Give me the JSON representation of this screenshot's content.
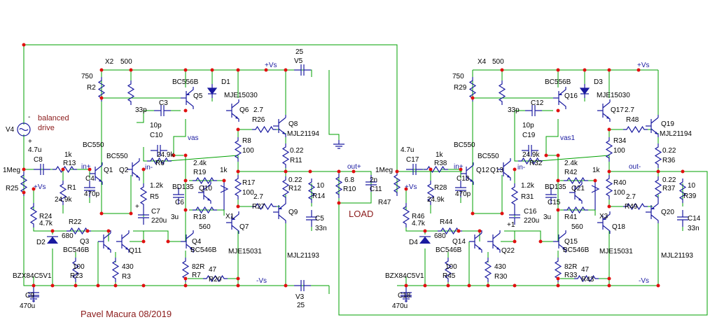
{
  "signature": "Pavel Macura 08/2019",
  "load_label": "LOAD",
  "source": {
    "name": "V4",
    "text1": "balanced",
    "text2": "drive",
    "plus": "+",
    "minus": "-"
  },
  "supplies": {
    "v5": {
      "name": "V5",
      "value": "25"
    },
    "v3": {
      "name": "V3",
      "value": "25"
    },
    "vs_pos": "+Vs",
    "vs_neg": "-Vs"
  },
  "load_network": {
    "r10": "R10",
    "r10v": "6.8",
    "c11": "C11",
    "c11v": "2n",
    "out_pos": "out+",
    "out_neg": "out-"
  },
  "left": {
    "r2": "R2",
    "r2v": "750",
    "x2": "X2",
    "x2v": "500",
    "q5": "Q5",
    "q5t": "BC556B",
    "d1": "D1",
    "q6t": "MJE15030",
    "q6": "Q6",
    "c3": "C3",
    "c3v": "33p",
    "r26": "R26",
    "r26v": "2.7",
    "q8": "Q8",
    "q8t": "MJL21194",
    "c10": "C10",
    "c10v": "10p",
    "vas": "vas",
    "r8": "R8",
    "r8v": "100",
    "r11": "R11",
    "r11v": "0.22",
    "c8": "C8",
    "c8v": "4.7u",
    "r13": "R13",
    "r13v": "1k",
    "bc550a": "BC550",
    "bc550b": "BC550",
    "q1": "Q1",
    "q2": "Q2",
    "inp": "in+",
    "inn": "in-",
    "r6": "R6",
    "r6v": "24.9k",
    "r19": "R19",
    "r19v": "2.4k",
    "one_k": "1k",
    "r25": "R25",
    "r25v": "1Meg",
    "vs_tag": "+Vs",
    "r1": "R1",
    "r1v": "24.9k",
    "c4": "C4",
    "c4v": "470p",
    "r5": "R5",
    "r5v": "1.2k",
    "bd135": "BD135",
    "q10": "Q10",
    "c6": "C6",
    "r17": "R17",
    "r17v": "100",
    "r12": "R12",
    "r12v": "0.22",
    "r14": "R14",
    "r14v": "10",
    "r27": "R27",
    "r27v": "2.7",
    "q9": "Q9",
    "c7": "C7",
    "c7v": "220u",
    "c7p": "+",
    "threeu": "3u",
    "r18": "R18",
    "r18v": "560",
    "x1": "X1",
    "q7": "Q7",
    "c5": "C5",
    "c5v": "33n",
    "r24": "R24",
    "r24v": "4.7k",
    "r22": "R22",
    "r22v": "680",
    "d2": "D2",
    "q3": "Q3",
    "q3t": "BC546B",
    "q11": "Q11",
    "q4": "Q4",
    "q4t": "BC546B",
    "q7t": "MJE15031",
    "q9t": "MJL21193",
    "r23": "R23",
    "r23v": "100",
    "r3": "R3",
    "r3v": "430",
    "r7": "R7",
    "r7v": "82R",
    "r20": "R20",
    "r20v": "47",
    "d2t": "BZX84C5V1",
    "c9": "C9",
    "c9v": "470u"
  },
  "right": {
    "r29": "R29",
    "r29v": "750",
    "x4": "X4",
    "x4v": "500",
    "q16": "Q16",
    "q16t": "BC556B",
    "d3": "D3",
    "q17t": "MJE15030",
    "q17": "Q17",
    "c12": "C12",
    "c12v": "33p",
    "r48": "R48",
    "r48v": "2.7",
    "q19": "Q19",
    "q19t": "MJL21194",
    "c19": "C19",
    "c19v": "10p",
    "vas": "vas1",
    "r34": "R34",
    "r34v": "100",
    "r36": "R36",
    "r36v": "0.22",
    "c17": "C17",
    "c17v": "4.7u",
    "r38": "R38",
    "r38v": "1k",
    "bc550a": "BC550",
    "bc550b": "BC550",
    "q12": "Q12",
    "q13": "Q13",
    "inp": "in+",
    "inn": "in-",
    "r32": "R32",
    "r32v": "24.9k",
    "r42": "R42",
    "r42v": "2.4k",
    "one_k": "1k",
    "r47": "R47",
    "r47v": "1Meg",
    "vs_tag": "+Vs",
    "r28": "R28",
    "r28v": "24.9k",
    "c13": "C13",
    "c13v": "470p",
    "r31": "R31",
    "r31v": "1.2k",
    "bd135": "BD135",
    "q21": "Q21",
    "c15": "C15",
    "r40": "R40",
    "r40v": "100",
    "r37": "R37",
    "r37v": "0.22",
    "r39": "R39",
    "r39v": "10",
    "r49": "R49",
    "r49v": "2.7",
    "q20": "Q20",
    "c16": "C16",
    "c16v": "220u",
    "c16p": "+1",
    "threeu": "3u",
    "r41": "R41",
    "r41v": "560",
    "x3": "X3",
    "q18": "Q18",
    "c14": "C14",
    "c14v": "33n",
    "r46": "R46",
    "r46v": "4.7k",
    "r44": "R44",
    "r44v": "680",
    "d4": "D4",
    "q14": "Q14",
    "q14t": "BC546B",
    "q22": "Q22",
    "q15": "Q15",
    "q15t": "BC546B",
    "q18t": "MJE15031",
    "q20t": "MJL21193",
    "r45": "R45",
    "r45v": "100",
    "r30": "R30",
    "r30v": "430",
    "r33": "R33",
    "r33v": "82R",
    "r43": "R43",
    "r43v": "47",
    "d4t": "BZX84C5V1",
    "c18": "C18",
    "c18v": "470u"
  }
}
